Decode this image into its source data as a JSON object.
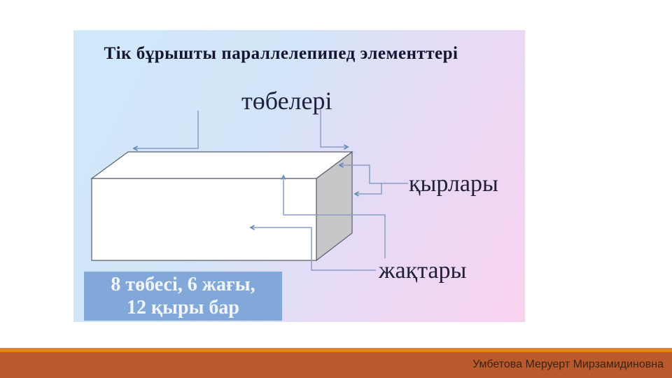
{
  "slide": {
    "title": "Тік бұрышты параллелепипед элементтері",
    "labels": {
      "vertices": "төбелері",
      "edges": "қырлары",
      "faces": "жақтары"
    },
    "facts_box": {
      "line1": "8 төбесі, 6 жағы,",
      "line2": "12 қыры бар"
    },
    "diagram": {
      "shape": "rectangular parallelepiped",
      "front_face_fill": "#ffffff",
      "top_face_fill": "#ffffff",
      "side_face_fill": "#c7c7ca",
      "edge_color": "#5a5f6d",
      "connector_color": "#8c9cc5",
      "arrow_color": "#5c88b8"
    },
    "background_gradient": [
      "#cfe9fa",
      "#f9d2f0"
    ],
    "facts_box_color": "#82a7d9"
  },
  "footer": {
    "author": "Умбетова Меруерт Мирзамидиновна",
    "bar_color": "#ba592b",
    "strip_color": "#e2861e"
  }
}
